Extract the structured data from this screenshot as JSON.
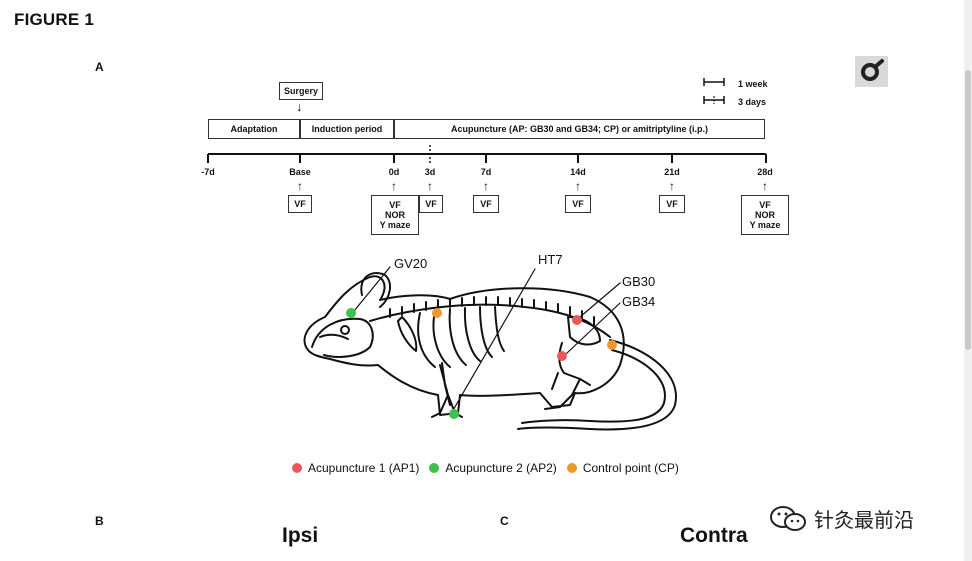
{
  "figure_title": "FIGURE 1",
  "panels": {
    "a": "A",
    "b": "B",
    "c": "C"
  },
  "timeline": {
    "scale_legend": {
      "week": "1 week",
      "days": "3 days"
    },
    "surgery": "Surgery",
    "phases": {
      "adaptation": "Adaptation",
      "induction": "Induction period",
      "acupuncture": "Acupuncture (AP: GB30 and GB34; CP) or amitriptyline (i.p.)"
    },
    "ticks": [
      "-7d",
      "Base",
      "0d",
      "3d",
      "7d",
      "14d",
      "21d",
      "28d"
    ],
    "tests": {
      "base": "VF",
      "day0": [
        "VF",
        "NOR",
        "Y maze"
      ],
      "day3": "VF",
      "day7": "VF",
      "day14": "VF",
      "day21": "VF",
      "day28": [
        "VF",
        "NOR",
        "Y maze"
      ]
    }
  },
  "acupoints": {
    "gv20": "GV20",
    "ht7": "HT7",
    "gb30": "GB30",
    "gb34": "GB34"
  },
  "legend": {
    "ap1": "Acupuncture 1 (AP1)",
    "ap2": "Acupuncture 2 (AP2)",
    "cp": "Control point (CP)"
  },
  "colors": {
    "ap1": "#e85a5a",
    "ap2": "#3cc24a",
    "cp": "#eb9a2a"
  },
  "lower_panels": {
    "b_title": "Ipsi",
    "c_title": "Contra"
  },
  "watermark": "针灸最前沿",
  "icons": {
    "corner": "search-lens-icon",
    "watermark": "wechat-icon"
  }
}
